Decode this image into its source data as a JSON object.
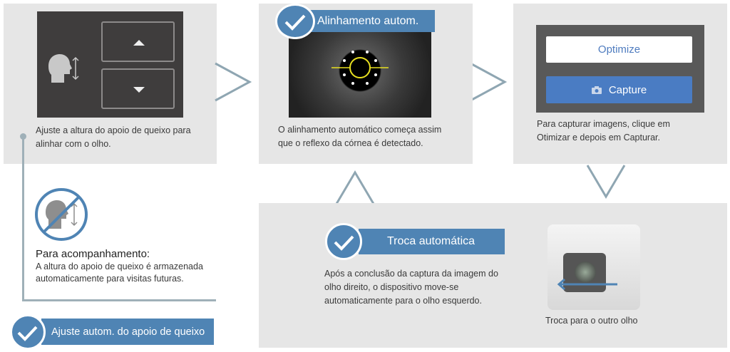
{
  "step1": {
    "caption": "Ajuste a altura do apoio de queixo para alinhar com o olho."
  },
  "step2": {
    "badge": "Alinhamento autom.",
    "caption": "O alinhamento automático começa assim que o reflexo da córnea é detectado."
  },
  "step3": {
    "optimize_label": "Optimize",
    "capture_label": "Capture",
    "caption": "Para capturar imagens, clique em Otimizar e depois em Capturar."
  },
  "step4": {
    "badge": "Troca automática",
    "caption": "Após a conclusão da captura da imagem do olho direito, o dispositivo move-se automaticamente para o olho esquerdo.",
    "image_caption": "Troca para o outro olho"
  },
  "followup": {
    "title": "Para acompanhamento:",
    "text": "A altura do apoio de queixo é armazenada automaticamente para visitas futuras."
  },
  "chinrest_badge": "Ajuste autom. do apoio de queixo",
  "colors": {
    "accent": "#4f84b4",
    "panel": "#e6e6e6",
    "arrow": "#8fa6b2"
  }
}
